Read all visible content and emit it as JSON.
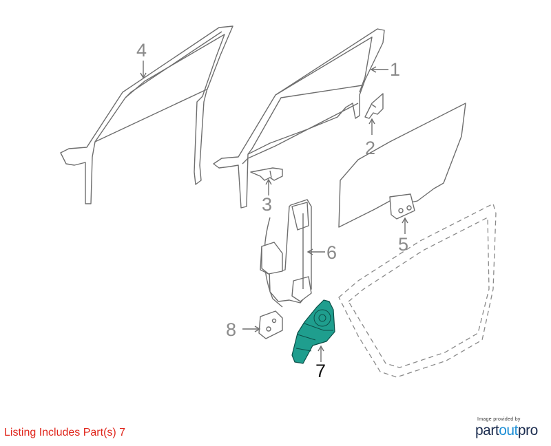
{
  "callouts": [
    {
      "id": "1",
      "label": "1",
      "highlighted": false
    },
    {
      "id": "2",
      "label": "2",
      "highlighted": false
    },
    {
      "id": "3",
      "label": "3",
      "highlighted": false
    },
    {
      "id": "4",
      "label": "4",
      "highlighted": false
    },
    {
      "id": "5",
      "label": "5",
      "highlighted": false
    },
    {
      "id": "6",
      "label": "6",
      "highlighted": false
    },
    {
      "id": "7",
      "label": "7",
      "highlighted": true
    },
    {
      "id": "8",
      "label": "8",
      "highlighted": false
    }
  ],
  "listing_text": "Listing Includes Part(s) 7",
  "credit": {
    "caption": "Image provided by",
    "brand_part1": "part",
    "brand_part2": "out",
    "brand_part3": "pro"
  },
  "colors": {
    "highlight": "#1f9e8e",
    "listing_text": "#e0251b",
    "line_art": "#6e6e6e"
  }
}
